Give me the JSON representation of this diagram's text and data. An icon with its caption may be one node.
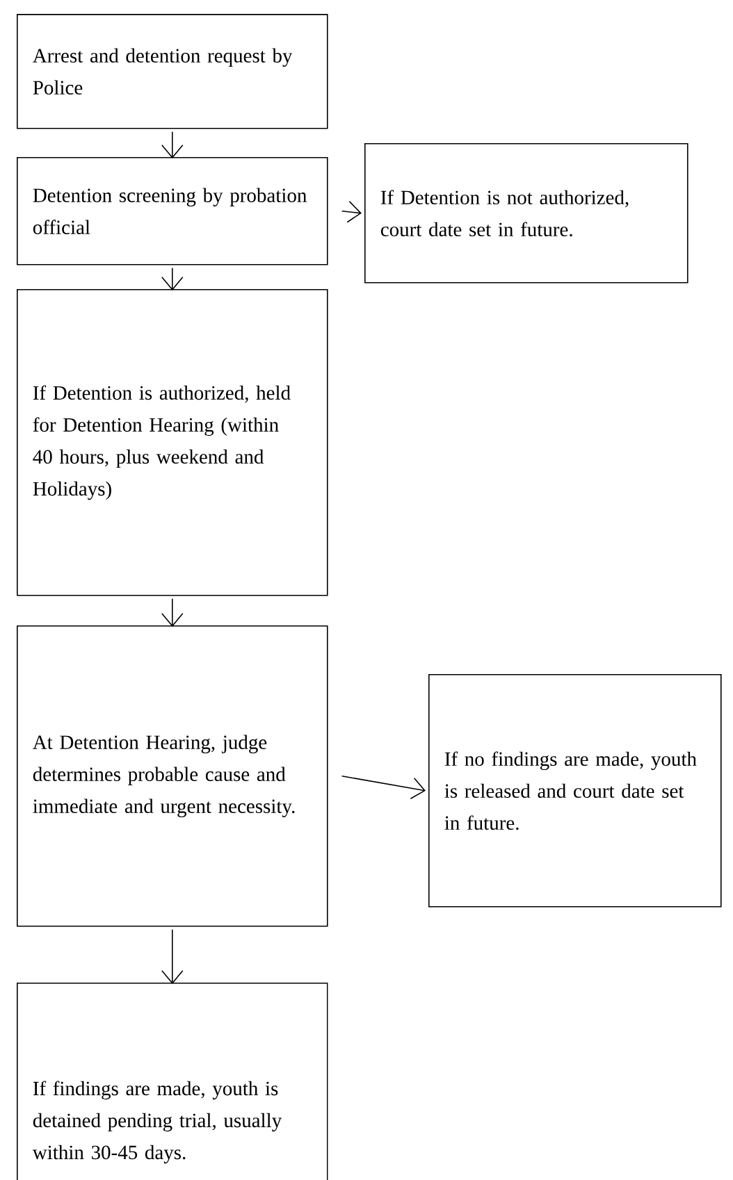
{
  "diagram": {
    "nodes": [
      {
        "text": [
          "Arrest and detention request by Police"
        ]
      },
      {
        "text": [
          "Detention screening by probation official"
        ]
      },
      {
        "text": [
          "If Detention is not authorized, court date set in future."
        ]
      },
      {
        "text": [
          "If Detention is authorized, held for Detention Hearing (within 40 hours, plus weekend and Holidays)"
        ]
      },
      {
        "text": [
          "At Detention Hearing, judge determines probable cause and immediate and urgent necessity."
        ]
      },
      {
        "text": [
          "If no findings are made, youth is released and court date set in future."
        ]
      },
      {
        "text": [
          "If findings are made, youth is detained pending trial, usually within 30-45 days."
        ]
      }
    ],
    "edges": [
      {
        "from": 0,
        "to": 1,
        "arrow": "to"
      },
      {
        "from": 1,
        "to": 2,
        "arrow": "to"
      },
      {
        "from": 1,
        "to": 3,
        "arrow": "to"
      },
      {
        "from": 3,
        "to": 4,
        "arrow": "to"
      },
      {
        "from": 4,
        "to": 5,
        "arrow": "to"
      },
      {
        "from": 4,
        "to": 6,
        "arrow": "to"
      }
    ]
  }
}
